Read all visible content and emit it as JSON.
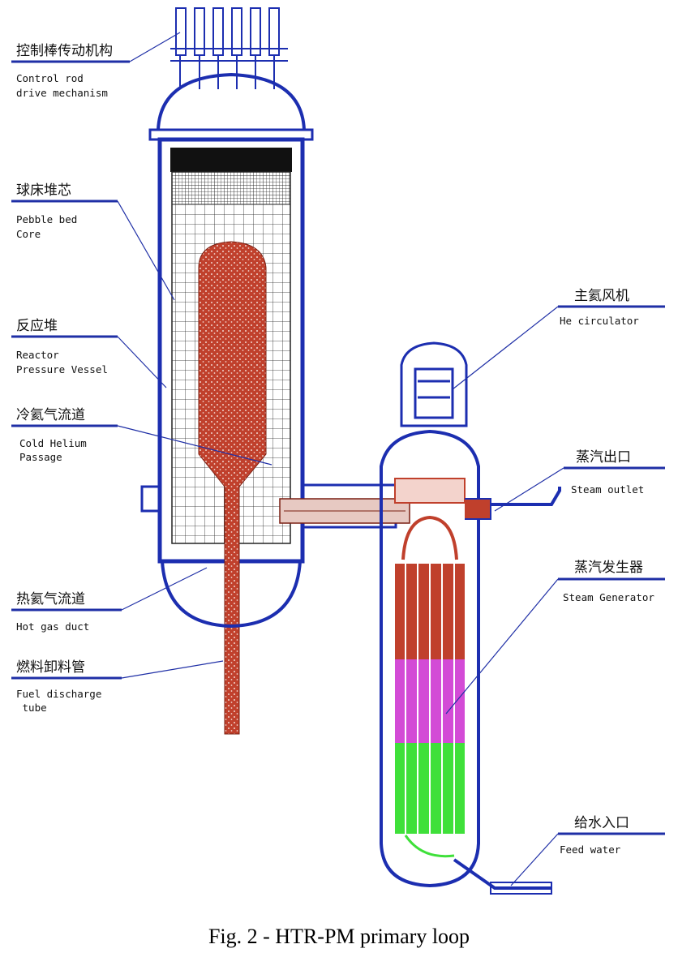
{
  "labels": {
    "crdm": {
      "cn": "控制棒传动机构",
      "en1": "Control rod",
      "en2": "drive  mechanism"
    },
    "core": {
      "cn": "球床堆芯",
      "en1": "Pebble bed",
      "en2": "Core"
    },
    "rpv": {
      "cn": "反应堆",
      "en1": "Reactor",
      "en2": "Pressure Vessel"
    },
    "cold": {
      "cn": "冷氦气流道",
      "en1": "Cold Helium",
      "en2": "Passage"
    },
    "hot": {
      "cn": "热氦气流道",
      "en1": "Hot gas duct"
    },
    "fuel": {
      "cn": "燃料卸料管",
      "en1": "Fuel discharge",
      "en2": " tube"
    },
    "circ": {
      "cn": "主氦风机",
      "en1": "He circulator"
    },
    "steam_out": {
      "cn": "蒸汽出口",
      "en1": "Steam outlet"
    },
    "sg": {
      "cn": "蒸汽发生器",
      "en1": "Steam Generator"
    },
    "feed": {
      "cn": "给水入口",
      "en1": "Feed water"
    }
  },
  "caption": "Fig. 2 - HTR-PM primary loop",
  "colors": {
    "vessel_blue": "#1c2eb0",
    "pebble_red": "#c0402c",
    "sg_magenta": "#d34bd6",
    "sg_green": "#3fe03a",
    "leader_blue": "#1f2fa6"
  }
}
